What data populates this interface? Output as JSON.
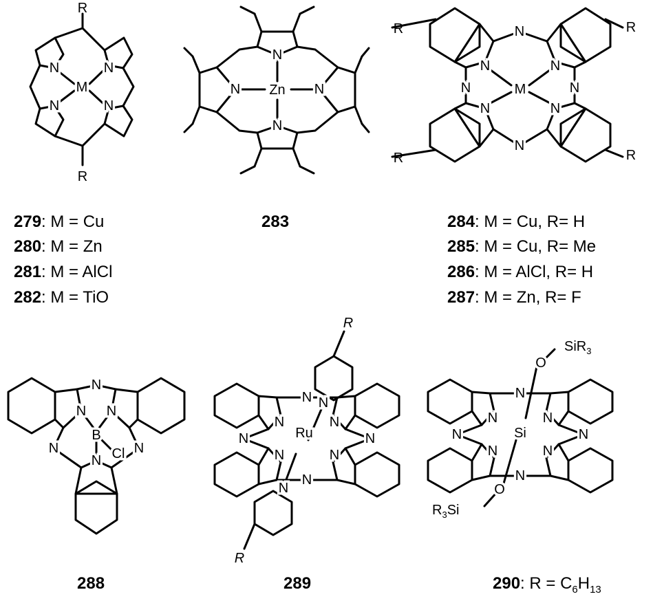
{
  "compounds": {
    "c279": {
      "id": "279",
      "text": ":  M = Cu"
    },
    "c280": {
      "id": "280",
      "text": ":  M = Zn"
    },
    "c281": {
      "id": "281",
      "text": ":  M = AlCl"
    },
    "c282": {
      "id": "282",
      "text": ":  M = TiO"
    },
    "c283": {
      "id": "283"
    },
    "c284": {
      "id": "284",
      "text": ":  M = Cu,    R= H"
    },
    "c285": {
      "id": "285",
      "text": ":  M = Cu,    R= Me"
    },
    "c286": {
      "id": "286",
      "text": ":  M = AlCl,  R= H"
    },
    "c287": {
      "id": "287",
      "text": ":  M = Zn,     R= F"
    },
    "c288": {
      "id": "288"
    },
    "c289": {
      "id": "289"
    },
    "c290": {
      "id": "290",
      "text": ":  R = C",
      "sub1": "6",
      "mid": "H",
      "sub2": "13"
    }
  },
  "atoms": {
    "R": "R",
    "M": "M",
    "N": "N",
    "Zn": "Zn",
    "B": "B",
    "Cl": "Cl",
    "Ru": "Ru",
    "Si": "Si",
    "O": "O",
    "SiR3_top": "SiR",
    "SiR3_sub": "3",
    "R3Si_R": "R",
    "R3Si_sub": "3",
    "R3Si_si": "Si"
  }
}
